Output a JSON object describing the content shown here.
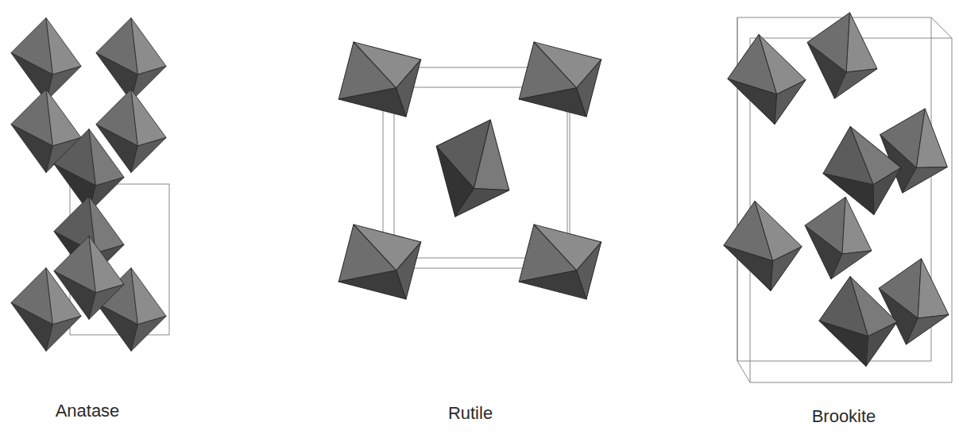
{
  "diagram": {
    "labels": [
      "Anatase",
      "Rutile",
      "Brookite"
    ]
  }
}
